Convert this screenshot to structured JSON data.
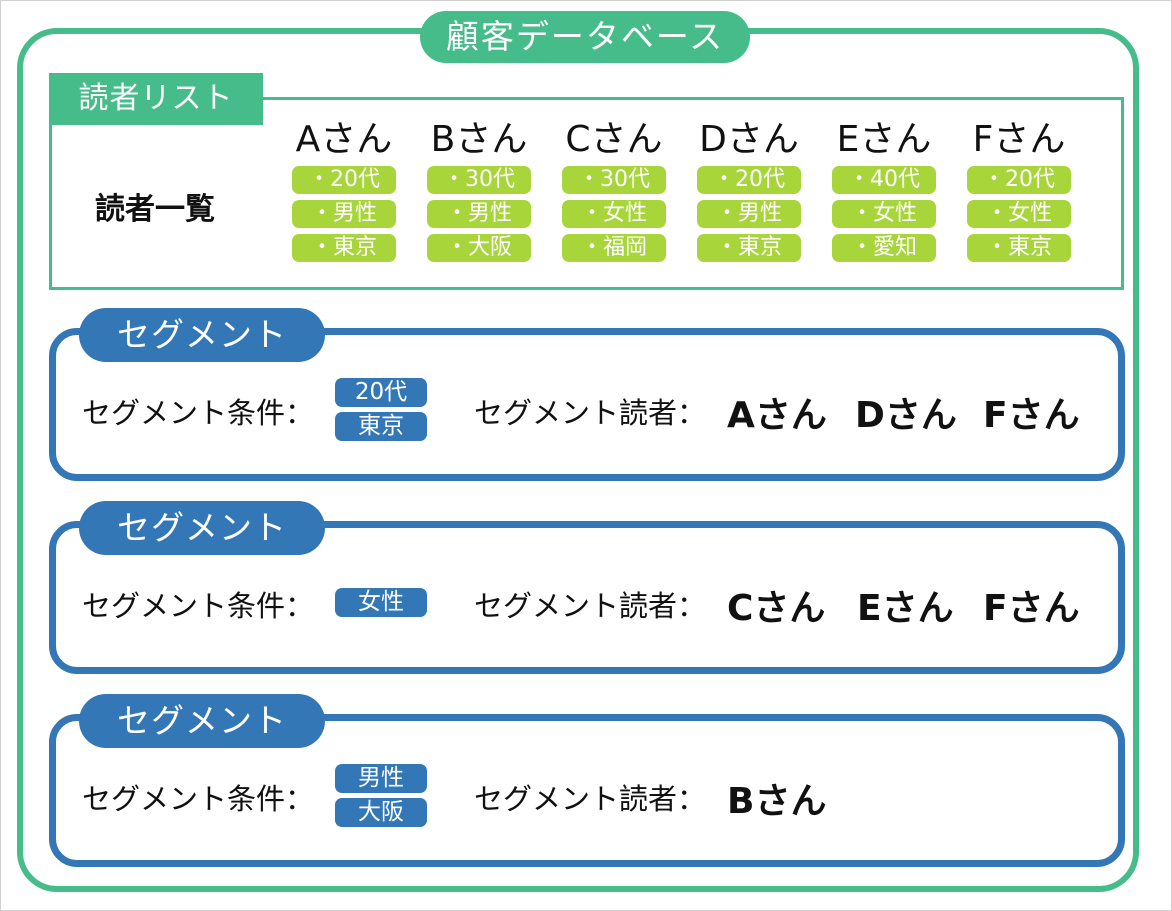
{
  "database": {
    "title": "顧客データベース"
  },
  "reader_list": {
    "tab_label": "読者リスト",
    "overview_label": "読者一覧",
    "readers": [
      {
        "name": "Aさん",
        "tags": [
          "・20代",
          "・男性",
          "・東京"
        ]
      },
      {
        "name": "Bさん",
        "tags": [
          "・30代",
          "・男性",
          "・大阪"
        ]
      },
      {
        "name": "Cさん",
        "tags": [
          "・30代",
          "・女性",
          "・福岡"
        ]
      },
      {
        "name": "Dさん",
        "tags": [
          "・20代",
          "・男性",
          "・東京"
        ]
      },
      {
        "name": "Eさん",
        "tags": [
          "・40代",
          "・女性",
          "・愛知"
        ]
      },
      {
        "name": "Fさん",
        "tags": [
          "・20代",
          "・女性",
          "・東京"
        ]
      }
    ]
  },
  "segments": [
    {
      "tab_label": "セグメント",
      "condition_label": "セグメント条件：",
      "conditions": [
        "20代",
        "東京"
      ],
      "reader_label": "セグメント読者：",
      "readers": [
        "Aさん",
        "Dさん",
        "Fさん"
      ]
    },
    {
      "tab_label": "セグメント",
      "condition_label": "セグメント条件：",
      "conditions": [
        "女性"
      ],
      "reader_label": "セグメント読者：",
      "readers": [
        "Cさん",
        "Eさん",
        "Fさん"
      ]
    },
    {
      "tab_label": "セグメント",
      "condition_label": "セグメント条件：",
      "conditions": [
        "男性",
        "大阪"
      ],
      "reader_label": "セグメント読者：",
      "readers": [
        "Bさん"
      ]
    }
  ],
  "colors": {
    "database_green": "#46bc8b",
    "tag_green": "#a8d63a",
    "segment_blue": "#3377b7"
  }
}
